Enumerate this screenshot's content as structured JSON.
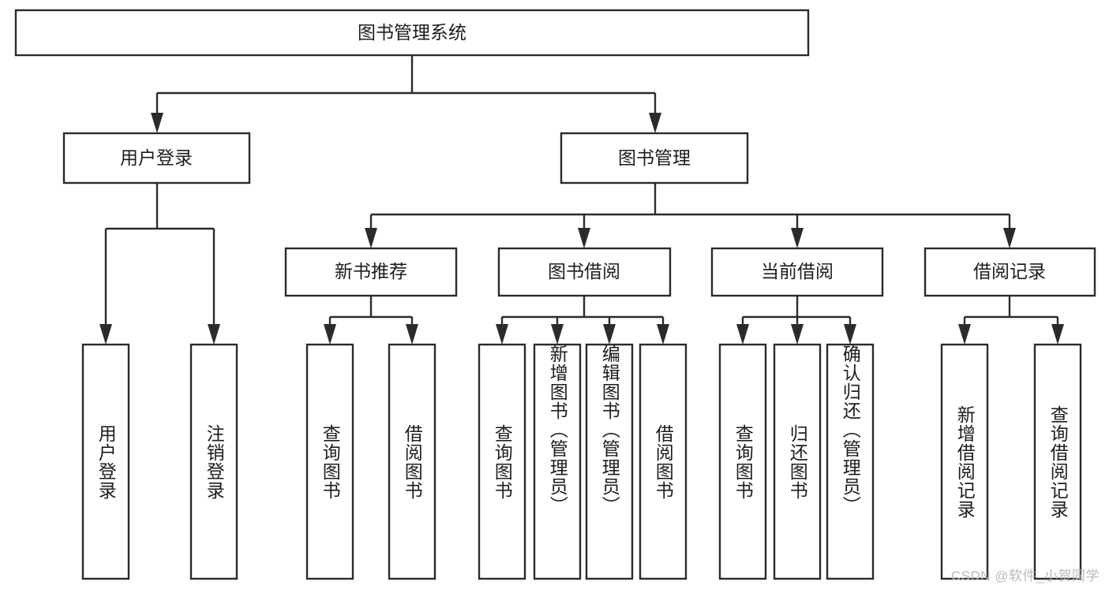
{
  "diagram": {
    "type": "tree",
    "title": "图书管理系统",
    "watermark": "CSDN @软件_小贺同学",
    "colors": {
      "box_stroke": "#2b2b2b",
      "box_fill": "#ffffff",
      "text": "#1d1d1d",
      "watermark": "#b9b9b9",
      "background": "#ffffff"
    },
    "root": {
      "label": "图书管理系统"
    },
    "level2": [
      {
        "label": "用户登录"
      },
      {
        "label": "图书管理"
      }
    ],
    "level3": [
      {
        "label": "新书推荐"
      },
      {
        "label": "图书借阅"
      },
      {
        "label": "当前借阅"
      },
      {
        "label": "借阅记录"
      }
    ],
    "leaves": [
      {
        "label": "用户登录",
        "parent": "用户登录"
      },
      {
        "label": "注销登录",
        "parent": "用户登录"
      },
      {
        "label": "查询图书",
        "parent": "新书推荐"
      },
      {
        "label": "借阅图书",
        "parent": "新书推荐"
      },
      {
        "label": "查询图书",
        "parent": "图书借阅"
      },
      {
        "label": "新增图书（管理员）",
        "parent": "图书借阅"
      },
      {
        "label": "编辑图书（管理员）",
        "parent": "图书借阅"
      },
      {
        "label": "借阅图书",
        "parent": "图书借阅"
      },
      {
        "label": "查询图书",
        "parent": "当前借阅"
      },
      {
        "label": "归还图书",
        "parent": "当前借阅"
      },
      {
        "label": "确认归还（管理员）",
        "parent": "当前借阅"
      },
      {
        "label": "新增借阅记录",
        "parent": "借阅记录"
      },
      {
        "label": "查询借阅记录",
        "parent": "借阅记录"
      }
    ]
  }
}
